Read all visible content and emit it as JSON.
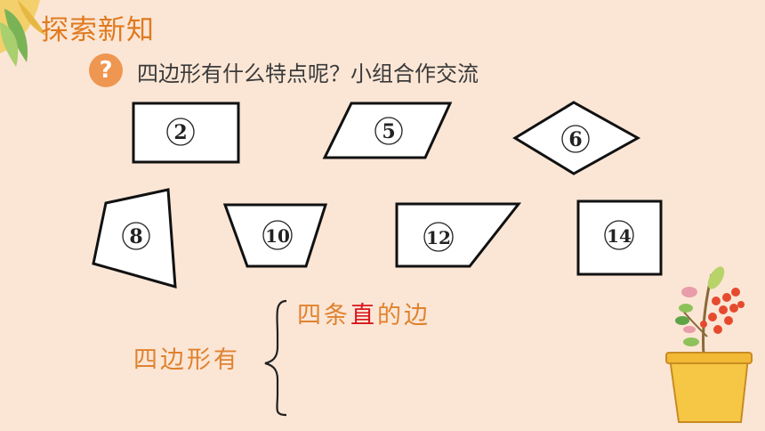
{
  "title": "探索新知",
  "question": {
    "icon": "question-icon",
    "badge": "?",
    "text": "四边形有什么特点呢？小组合作交流"
  },
  "shapes": [
    "2",
    "5",
    "6",
    "8",
    "10",
    "12",
    "14"
  ],
  "summary": {
    "label": "四边形有",
    "item_before": "四条",
    "item_highlight": "直",
    "item_after": "的边"
  },
  "colors": {
    "background": "#fbe6d6",
    "accent": "#e0822e",
    "highlight": "#d9161c",
    "badge": "#ef9650"
  }
}
